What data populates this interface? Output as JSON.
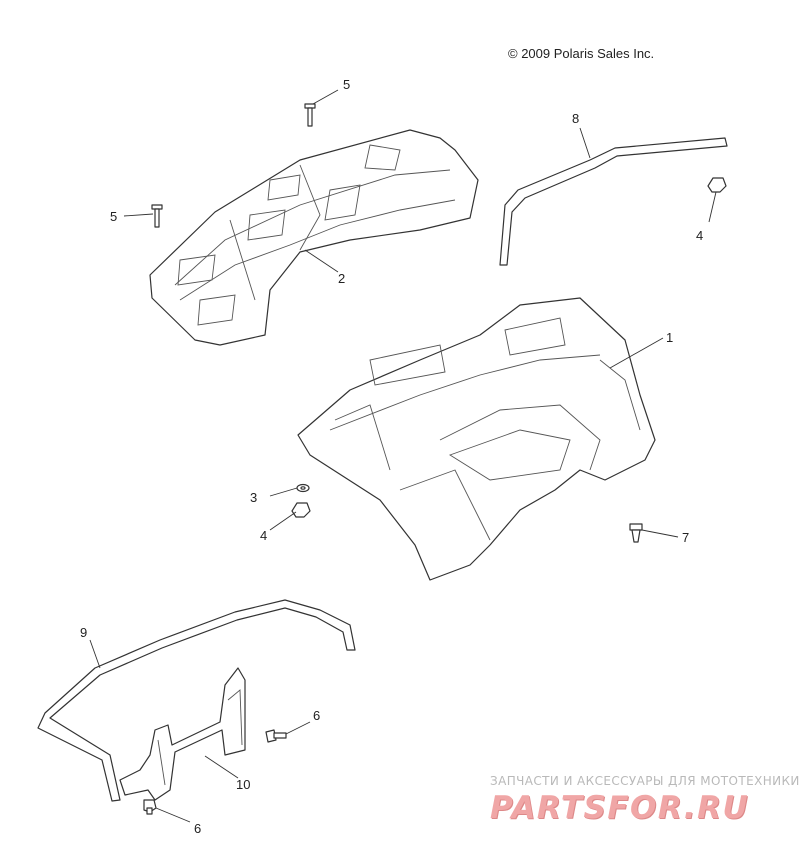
{
  "copyright": "© 2009 Polaris Sales Inc.",
  "watermark": {
    "tagline": "ЗАПЧАСТИ И АКСЕССУАРЫ ДЛЯ МОТОТЕХНИКИ",
    "logo": "PARTSFOR.RU"
  },
  "callouts": [
    {
      "id": "c1",
      "label": "1"
    },
    {
      "id": "c2",
      "label": "2"
    },
    {
      "id": "c3",
      "label": "3"
    },
    {
      "id": "c4a",
      "label": "4"
    },
    {
      "id": "c4b",
      "label": "4"
    },
    {
      "id": "c5a",
      "label": "5"
    },
    {
      "id": "c5b",
      "label": "5"
    },
    {
      "id": "c6a",
      "label": "6"
    },
    {
      "id": "c6b",
      "label": "6"
    },
    {
      "id": "c7",
      "label": "7"
    },
    {
      "id": "c8",
      "label": "8"
    },
    {
      "id": "c9",
      "label": "9"
    },
    {
      "id": "c10",
      "label": "10"
    }
  ]
}
